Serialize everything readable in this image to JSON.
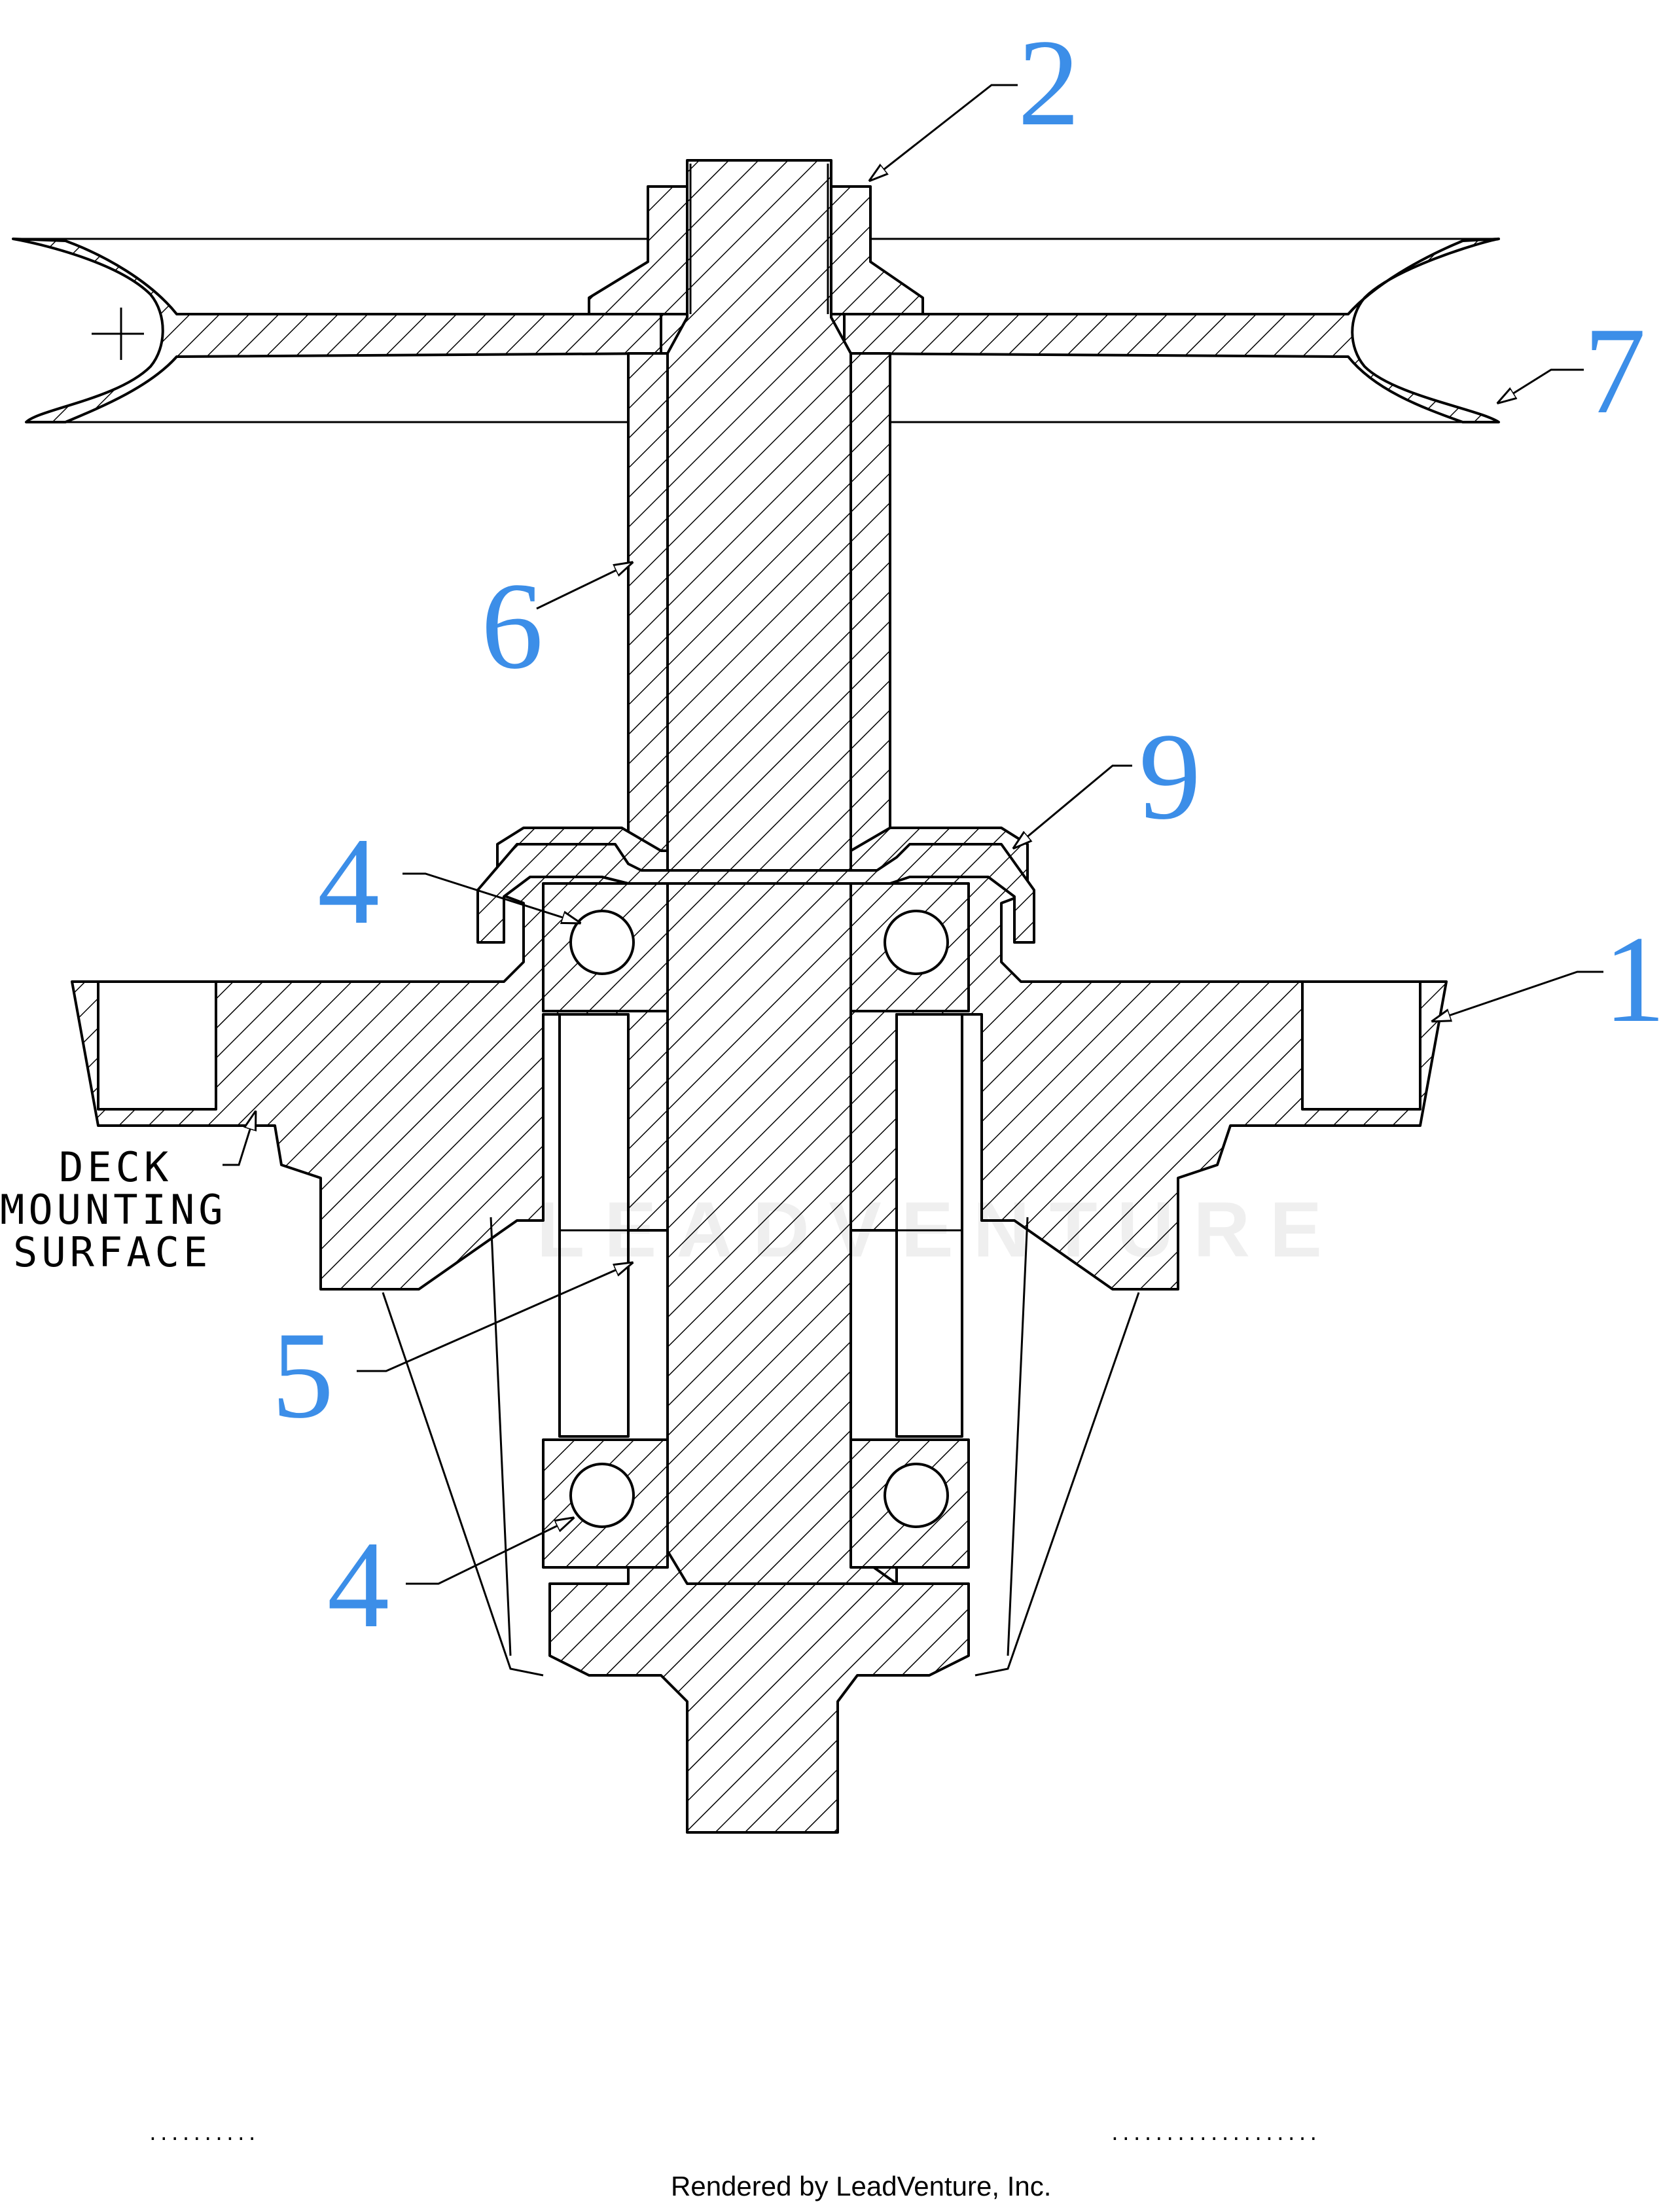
{
  "callouts": {
    "c2": "2",
    "c7": "7",
    "c6": "6",
    "c9": "9",
    "c4_top": "4",
    "c1": "1",
    "c5": "5",
    "c4_bottom": "4"
  },
  "note": {
    "line1": "DECK",
    "line2": "MOUNTING",
    "line3": "SURFACE"
  },
  "watermark": "LEADVENTURE",
  "footer": {
    "rendered_by": "Rendered by LeadVenture, Inc.",
    "dots_left": "..........",
    "dots_right": "..................."
  },
  "colors": {
    "callout": "#3c8ee8",
    "line": "#000000"
  }
}
